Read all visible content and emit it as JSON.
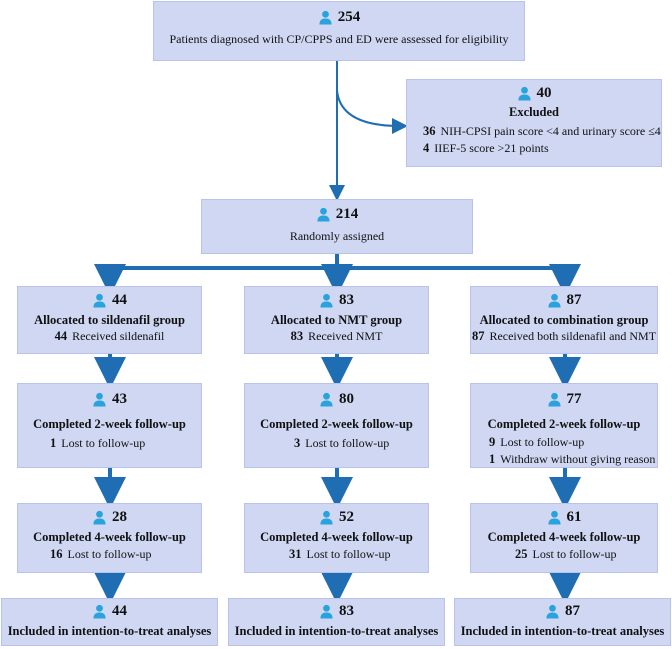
{
  "colors": {
    "box_fill": "#cfd7f3",
    "arrow": "#1f6db3",
    "icon": "#29a3dd"
  },
  "icon": "person-icon",
  "top": {
    "count": "254",
    "text": "Patients diagnosed with CP/CPPS and ED were assessed for eligibility"
  },
  "excluded": {
    "count": "40",
    "title": "Excluded",
    "items": [
      {
        "n": "36",
        "text": "NIH-CPSI pain score <4 and urinary score ≤4"
      },
      {
        "n": "4",
        "text": "IIEF-5 score >21 points"
      }
    ]
  },
  "random": {
    "count": "214",
    "text": "Randomly assigned"
  },
  "groups": [
    {
      "alloc": {
        "count": "44",
        "title": "Allocated to sildenafil group",
        "n": "44",
        "text": "Received sildenafil"
      },
      "week2": {
        "count": "43",
        "title": "Completed 2-week follow-up",
        "items": [
          {
            "n": "1",
            "text": "Lost to follow-up"
          }
        ]
      },
      "week4": {
        "count": "28",
        "title": "Completed 4-week follow-up",
        "items": [
          {
            "n": "16",
            "text": "Lost to follow-up"
          }
        ]
      },
      "itt": {
        "count": "44",
        "title": "Included in intention-to-treat analyses"
      }
    },
    {
      "alloc": {
        "count": "83",
        "title": "Allocated to NMT group",
        "n": "83",
        "text": "Received NMT"
      },
      "week2": {
        "count": "80",
        "title": "Completed 2-week follow-up",
        "items": [
          {
            "n": "3",
            "text": "Lost to follow-up"
          }
        ]
      },
      "week4": {
        "count": "52",
        "title": "Completed 4-week follow-up",
        "items": [
          {
            "n": "31",
            "text": "Lost to follow-up"
          }
        ]
      },
      "itt": {
        "count": "83",
        "title": "Included in intention-to-treat analyses"
      }
    },
    {
      "alloc": {
        "count": "87",
        "title": "Allocated to combination group",
        "n": "87",
        "text": "Received both sildenafil and NMT"
      },
      "week2": {
        "count": "77",
        "title": "Completed 2-week follow-up",
        "items": [
          {
            "n": "9",
            "text": "Lost to follow-up"
          },
          {
            "n": "1",
            "text": "Withdraw without giving reason"
          }
        ]
      },
      "week4": {
        "count": "61",
        "title": "Completed 4-week follow-up",
        "items": [
          {
            "n": "25",
            "text": "Lost to follow-up"
          }
        ]
      },
      "itt": {
        "count": "87",
        "title": "Included in intention-to-treat analyses"
      }
    }
  ]
}
